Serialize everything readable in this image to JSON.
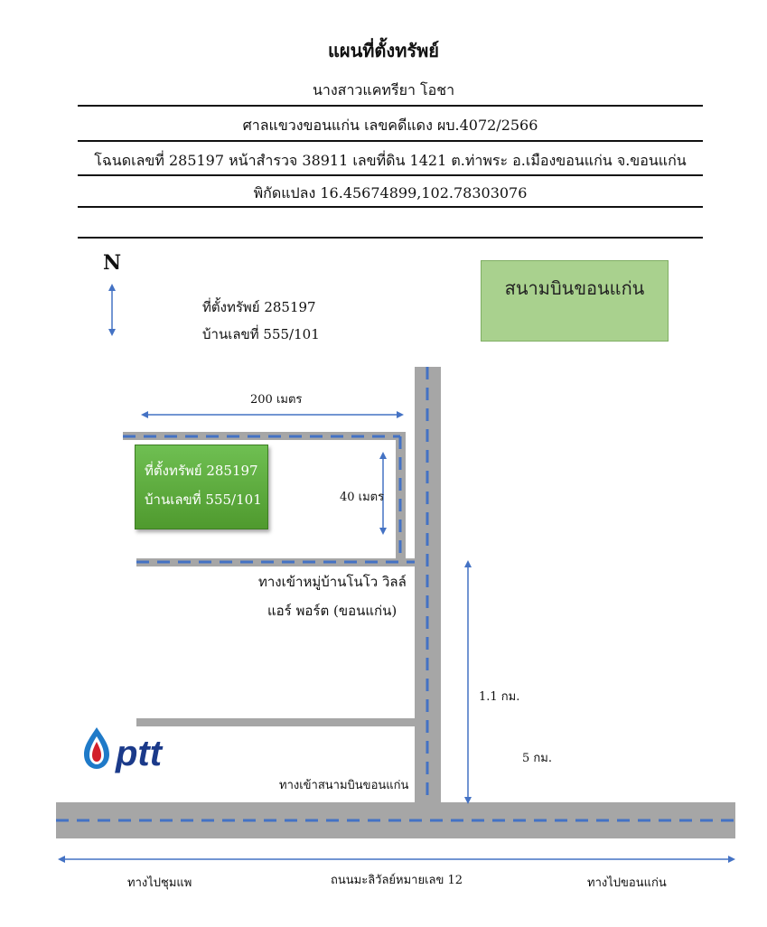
{
  "header": {
    "title": "แผนที่ตั้งทรัพย์",
    "owner": "นางสาวแคทรียา โอชา",
    "court": "ศาลแขวงขอนแก่น เลขคดีแดง ผบ.4072/2566",
    "deed": "โฉนดเลขที่ 285197 หน้าสำรวจ 38911 เลขที่ดิน 1421 ต.ท่าพระ อ.เมืองขอนแก่น จ.ขอนแก่น",
    "coords": "พิกัดแปลง 16.45674899,102.78303076"
  },
  "map": {
    "north_label": "N",
    "property_note": [
      "ที่ตั้งทรัพย์ 285197",
      "บ้านเลขที่ 555/101"
    ],
    "airport_box": "สนามบินขอนแก่น",
    "plot_box": [
      "ที่ตั้งทรัพย์ 285197",
      "บ้านเลขที่ 555/101"
    ],
    "dist_width": "200 เมตร",
    "dist_depth": "40 เมตร",
    "village_entrance": [
      "ทางเข้าหมู่บ้านโนโว วิลล์",
      "แอร์ พอร์ต (ขอนแก่น)"
    ],
    "dist_1": "1.1 กม.",
    "dist_2": "5 กม.",
    "airport_entrance": "ทางเข้าสนามบินขอนแก่น",
    "logo_text": "ptt",
    "road_left": "ทางไปชุมแพ",
    "road_name": "ถนนมะลิวัลย์หมายเลข 12",
    "road_right": "ทางไปขอนแก่น"
  },
  "colors": {
    "road": "#a6a6a6",
    "dash": "#4472c4",
    "arrow": "#4472c4",
    "plot": "#5ea83d",
    "airport": "#a9d18e"
  }
}
